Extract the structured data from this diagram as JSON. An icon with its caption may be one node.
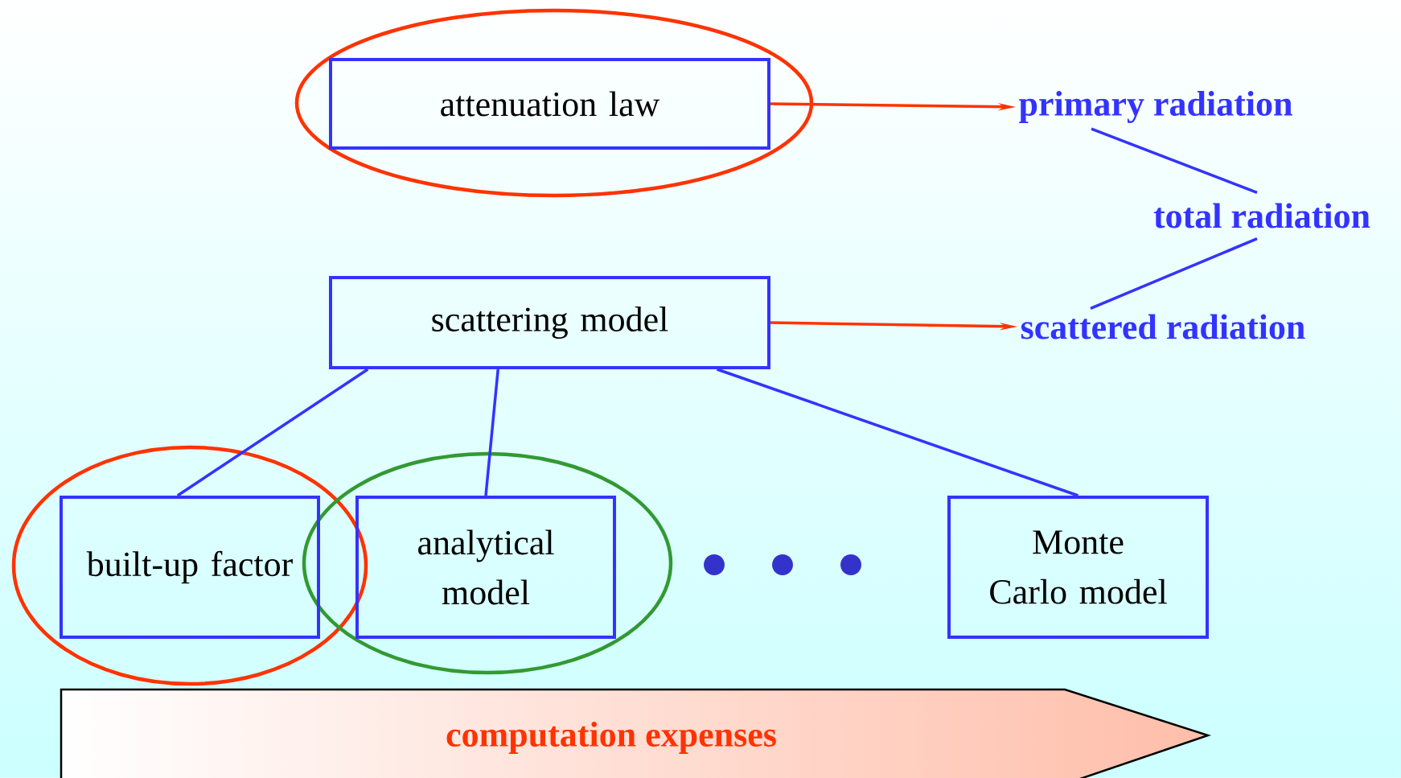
{
  "diagram": {
    "nodes": [
      {
        "text": [
          "attenuation law"
        ]
      },
      {
        "text": [
          "scattering model"
        ]
      },
      {
        "text": [
          "built-up factor"
        ]
      },
      {
        "text": [
          "analytical model"
        ]
      },
      {
        "text": [
          "Monte Carlo model"
        ]
      },
      {
        "text": [
          "primary radiation"
        ]
      },
      {
        "text": [
          "total radiation"
        ]
      },
      {
        "text": [
          "scattered radiation"
        ]
      },
      {
        "text": [
          "computation expenses"
        ]
      }
    ],
    "edges": [
      {
        "from": 0,
        "to": 5,
        "arrow": "to",
        "color": "#ff3300"
      },
      {
        "from": 1,
        "to": 7,
        "arrow": "to",
        "color": "#ff3300"
      },
      {
        "from": 5,
        "to": 6,
        "arrow": "none"
      },
      {
        "from": 7,
        "to": 6,
        "arrow": "none"
      },
      {
        "from": 1,
        "to": 2,
        "arrow": "none"
      },
      {
        "from": 1,
        "to": 3,
        "arrow": "none"
      },
      {
        "from": 1,
        "to": 4,
        "arrow": "none"
      }
    ]
  }
}
